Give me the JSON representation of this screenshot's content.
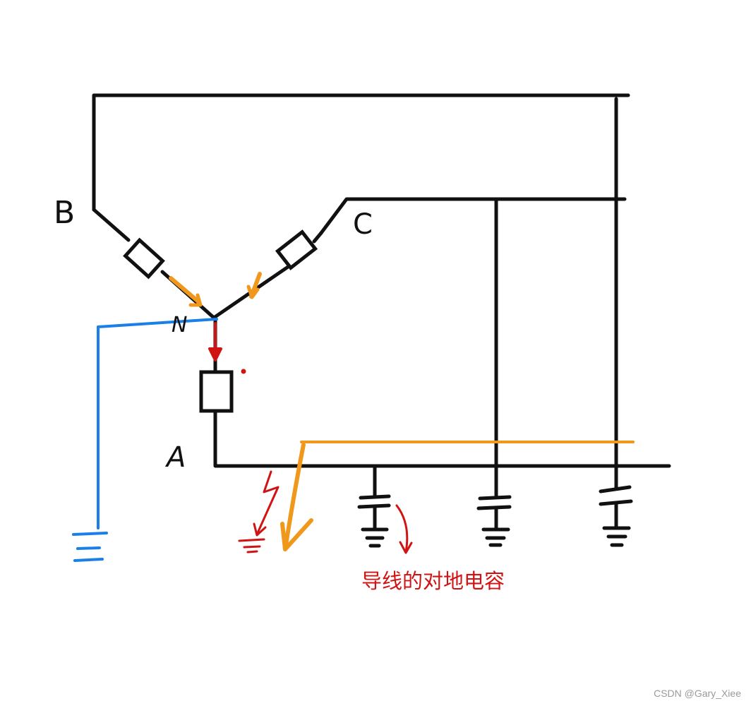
{
  "diagram": {
    "nodes": {
      "b": "B",
      "c": "C",
      "n": "N",
      "a": "A"
    },
    "annotation": "导线的对地电容",
    "watermark": "CSDN @Gary_Xiee",
    "colors": {
      "wire": "#111111",
      "ground_wire": "#1a7fe6",
      "fault_current": "#f0981c",
      "annotation": "#d01414"
    }
  }
}
